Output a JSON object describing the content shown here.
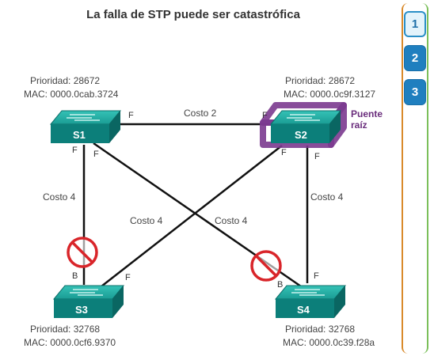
{
  "title": "La falla de STP puede ser catastrófica",
  "switches": {
    "s1": {
      "name": "S1",
      "priority": "Prioridad: 28672",
      "mac": "MAC: 0000.0cab.3724"
    },
    "s2": {
      "name": "S2",
      "priority": "Prioridad: 28672",
      "mac": "MAC: 0000.0c9f.3127"
    },
    "s3": {
      "name": "S3",
      "priority": "Prioridad: 32768",
      "mac": "MAC: 0000.0cf6.9370"
    },
    "s4": {
      "name": "S4",
      "priority": "Prioridad: 32768",
      "mac": "MAC: 0000.0c39.f28a"
    }
  },
  "root_bridge": {
    "line1": "Puente",
    "line2": "raíz"
  },
  "links": {
    "s1_s2": "Costo 2",
    "s1_s3": "Costo 4",
    "s2_s3": "Costo 4",
    "s1_s4": "Costo 4",
    "s2_s4": "Costo 4"
  },
  "port_labels": {
    "forward": "F",
    "blocked": "B"
  },
  "steps": [
    "1",
    "2",
    "3"
  ],
  "colors": {
    "switch_top": "#2bb3a8",
    "switch_front": "#0c7f7a",
    "root_glow": "#7b3a8f",
    "block_red": "#d9252a",
    "line": "#111111"
  }
}
